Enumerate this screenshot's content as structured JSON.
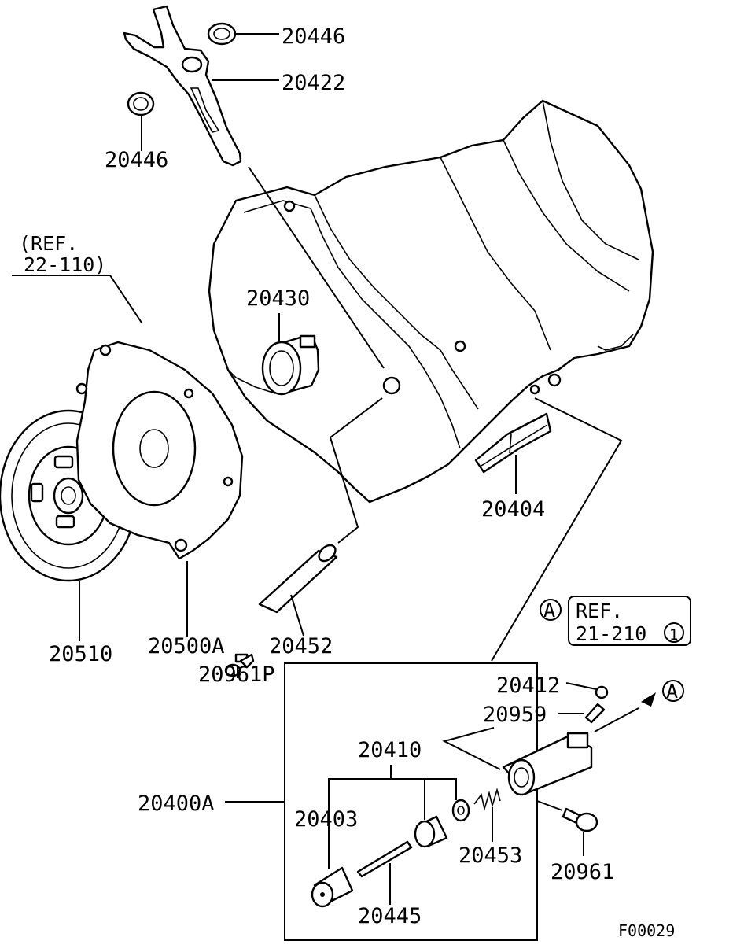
{
  "diagram_code": "F00029",
  "parts": {
    "fork_seal_top": "20446",
    "fork": "20422",
    "fork_seal_left": "20446",
    "release_bearing": "20430",
    "clutch_disc": "20510",
    "pressure_plate": "20500A",
    "plate_bolt": "20961P",
    "pivot_pin": "20452",
    "fork_boot": "20404",
    "slave_cylinder_assy": "20400A",
    "repair_kit": "20410",
    "piston": "20403",
    "push_rod": "20445",
    "spring": "20453",
    "bleeder_cap": "20412",
    "bleeder_screw": "20959",
    "mount_bolt": "20961"
  },
  "refs": {
    "ref_top_line1": "(REF.",
    "ref_top_line2": "22-110)",
    "ref_box_line1": "REF.",
    "ref_box_line2": "21-210",
    "ref_box_circle": "1",
    "marker_a": "A",
    "marker_a_right": "A"
  }
}
